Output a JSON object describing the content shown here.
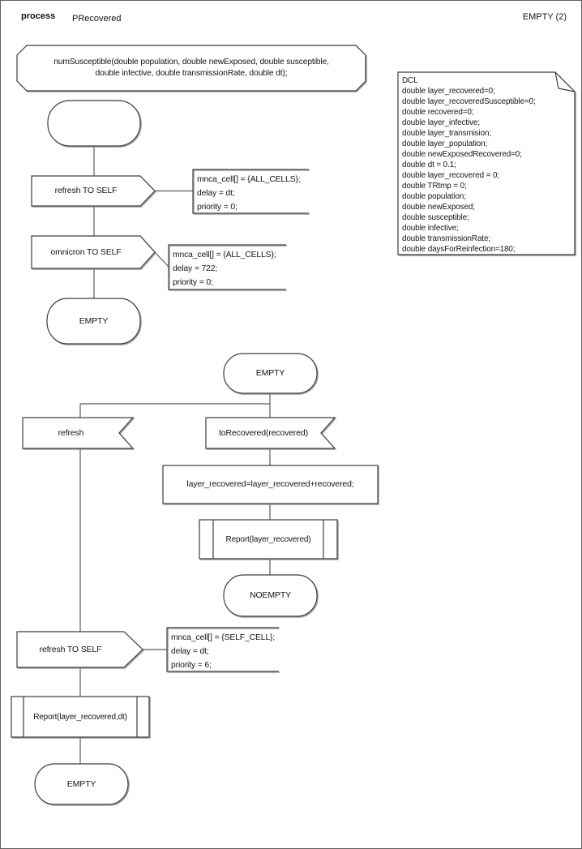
{
  "header": {
    "kind_label": "process",
    "process_name": "PRecovered",
    "page_label": "EMPTY (2)"
  },
  "colors": {
    "shape_border": "#3d3d3d",
    "connector": "#5b5b5b",
    "shadow": "#909090",
    "background": "#ffffff"
  },
  "procedure_declaration": {
    "lines": [
      "numSusceptible(double population, double newExposed, double susceptible,",
      "double infective, double transmissionRate, double dt);"
    ]
  },
  "dcl_note": {
    "lines": [
      "DCL",
      "double layer_recovered=0;",
      "double layer_recoveredSusceptible=0;",
      "double recovered=0;",
      "double layer_infective;",
      "double layer_transmision;",
      "double layer_population;",
      "double newExposedRecovered=0;",
      "double dt = 0.1;",
      "double layer_recovered = 0;",
      "double TRtmp = 0;",
      "double population;",
      "double newExposed;",
      "double susceptible;",
      "double infective;",
      "double transmissionRate;",
      "double daysForReinfection=180;"
    ]
  },
  "flow1": {
    "start_state_label": "",
    "output1_label": "refresh TO SELF",
    "annotation1": {
      "lines": [
        "mnca_cell[] = {ALL_CELLS};",
        "delay = dt;",
        "priority = 0;"
      ]
    },
    "output2_label": "omnicron TO SELF",
    "annotation2": {
      "lines": [
        "mnca_cell[] = {ALL_CELLS};",
        "delay = 722;",
        "priority = 0;"
      ]
    },
    "end_state_label": "EMPTY"
  },
  "flow2": {
    "top_state_label": "EMPTY",
    "input_left_label": "refresh",
    "input_right_label": "toRecovered(recovered)",
    "task_label": "layer_recovered=layer_recovered+recovered;",
    "procedure_label": "Report(layer_recovered)",
    "mid_state_label": "NOEMPTY",
    "output_label": "refresh TO SELF",
    "annotation": {
      "lines": [
        "mnca_cell[] = {SELF_CELL};",
        "delay = dt;",
        "priority = 6;"
      ]
    },
    "procedure2_label": "Report(layer_recovered,dt)",
    "end_state_label": "EMPTY"
  }
}
